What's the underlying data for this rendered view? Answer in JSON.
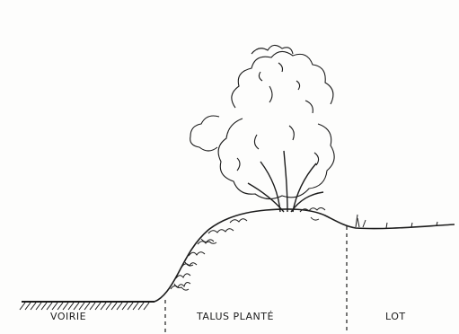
{
  "labels": {
    "voirie": "VOIRIE",
    "talus": "TALUS PLANTÉ",
    "lot": "LOT"
  },
  "colors": {
    "ink": "#1c1c1c",
    "paper": "#fdfdfc"
  }
}
